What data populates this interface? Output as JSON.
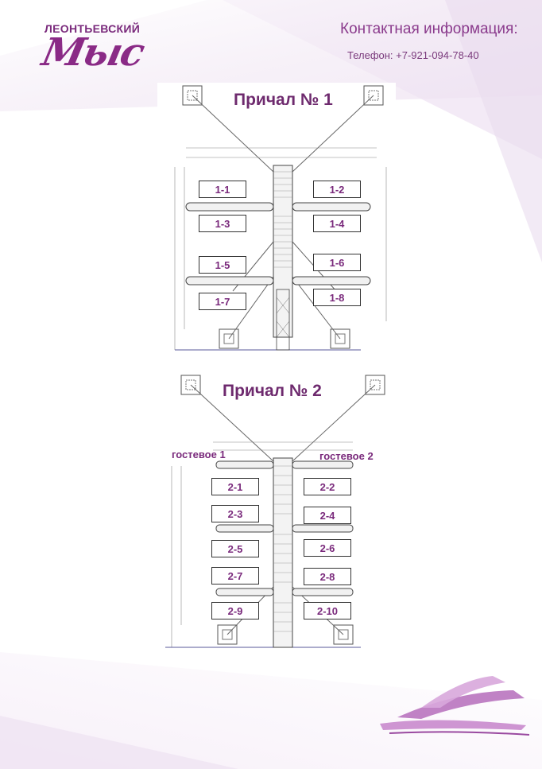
{
  "brand": {
    "name_top": "ЛЕОНТЬЕВСКИЙ",
    "name_script": "Мыс"
  },
  "contact": {
    "title": "Контактная информация:",
    "phone": "Телефон: +7-921-094-78-40"
  },
  "piers": [
    {
      "title": "Причал № 1",
      "slots": [
        "1-1",
        "1-2",
        "1-3",
        "1-4",
        "1-5",
        "1-6",
        "1-7",
        "1-8"
      ]
    },
    {
      "title": "Причал № 2",
      "guest_left": "гостевое 1",
      "guest_right": "гостевое 2",
      "slots": [
        "2-1",
        "2-2",
        "2-3",
        "2-4",
        "2-5",
        "2-6",
        "2-7",
        "2-8",
        "2-9",
        "2-10"
      ]
    }
  ],
  "colors": {
    "accent": "#7a2a7c",
    "title": "#6e2a6e",
    "background_tint": "#f1e8f4"
  }
}
